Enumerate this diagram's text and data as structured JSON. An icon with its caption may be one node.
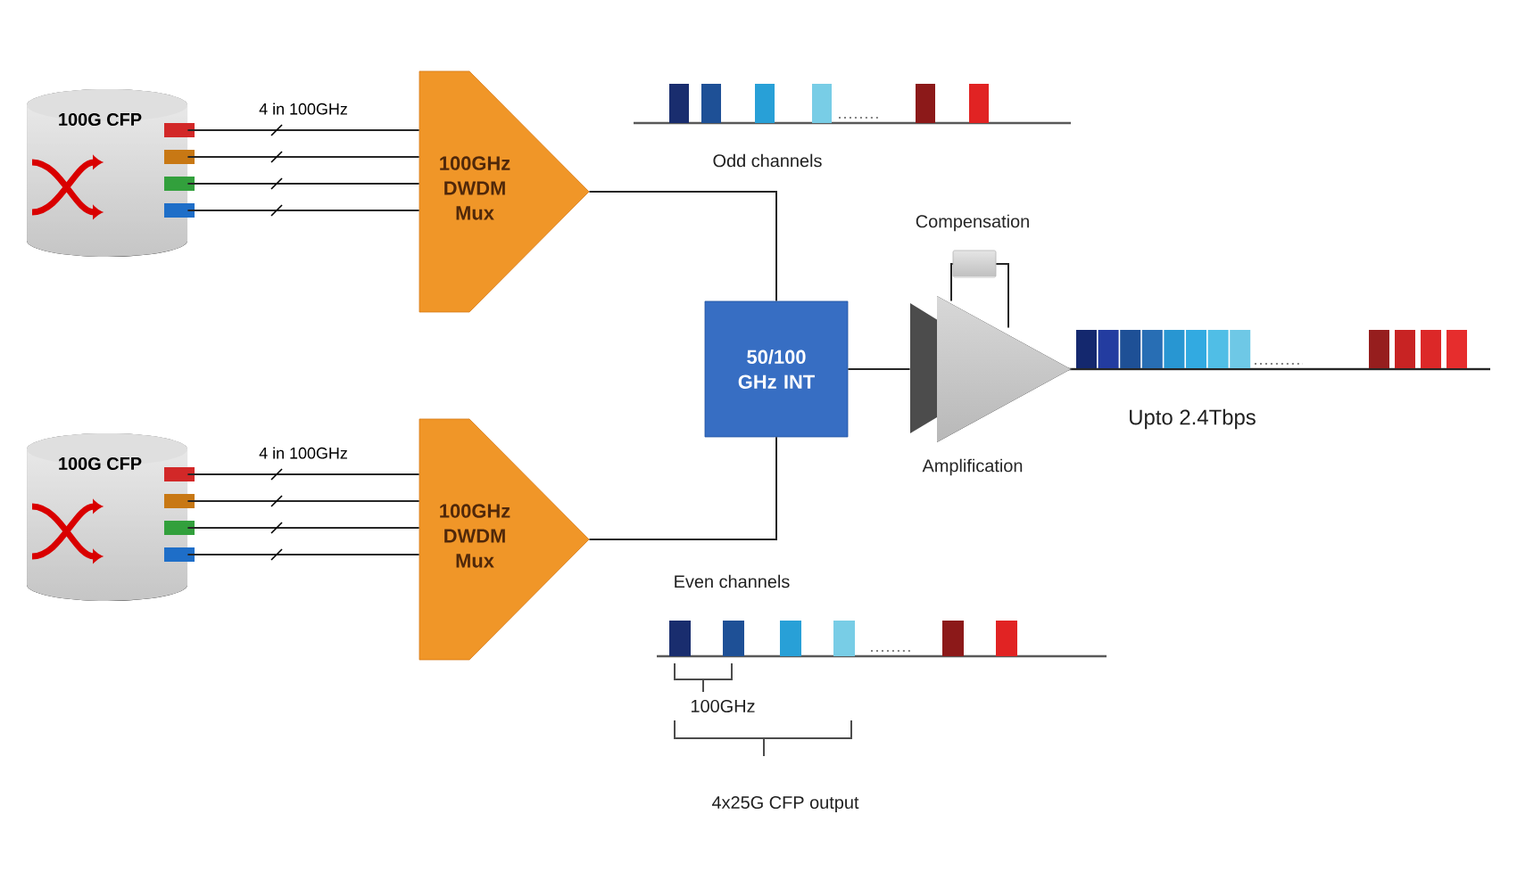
{
  "diagram": {
    "nodes": [
      {
        "text": [
          "100G CFP"
        ]
      },
      {
        "text": [
          "100GHz DWDM Mux"
        ]
      },
      {
        "text": [
          "100G CFP"
        ]
      },
      {
        "text": [
          "100GHz DWDM Mux"
        ]
      },
      {
        "text": [
          "50/100 GHz INT"
        ]
      },
      {
        "text": [
          "Amplification"
        ]
      },
      {
        "text": [
          "Compensation"
        ]
      }
    ],
    "edges": [
      {
        "from": 0,
        "to": 1,
        "arrow": "none",
        "label": "4 in 100GHz"
      },
      {
        "from": 0,
        "to": 1,
        "arrow": "none"
      },
      {
        "from": 0,
        "to": 1,
        "arrow": "none"
      },
      {
        "from": 0,
        "to": 1,
        "arrow": "none"
      },
      {
        "from": 2,
        "to": 3,
        "arrow": "none",
        "label": "4 in 100GHz"
      },
      {
        "from": 2,
        "to": 3,
        "arrow": "none"
      },
      {
        "from": 2,
        "to": 3,
        "arrow": "none"
      },
      {
        "from": 2,
        "to": 3,
        "arrow": "none"
      },
      {
        "from": 1,
        "to": 4,
        "arrow": "none"
      },
      {
        "from": 3,
        "to": 4,
        "arrow": "none"
      },
      {
        "from": 4,
        "to": 5,
        "arrow": "none"
      },
      {
        "from": 5,
        "to": 6,
        "arrow": "none"
      },
      {
        "from": 6,
        "to": 5,
        "arrow": "none"
      },
      {
        "from": 5,
        "to": null,
        "arrow": "none"
      }
    ],
    "labels": [
      "Odd channels",
      "Upto 2.4Tbps",
      "Even channels",
      "100GHz",
      "4x25G CFP output"
    ]
  }
}
